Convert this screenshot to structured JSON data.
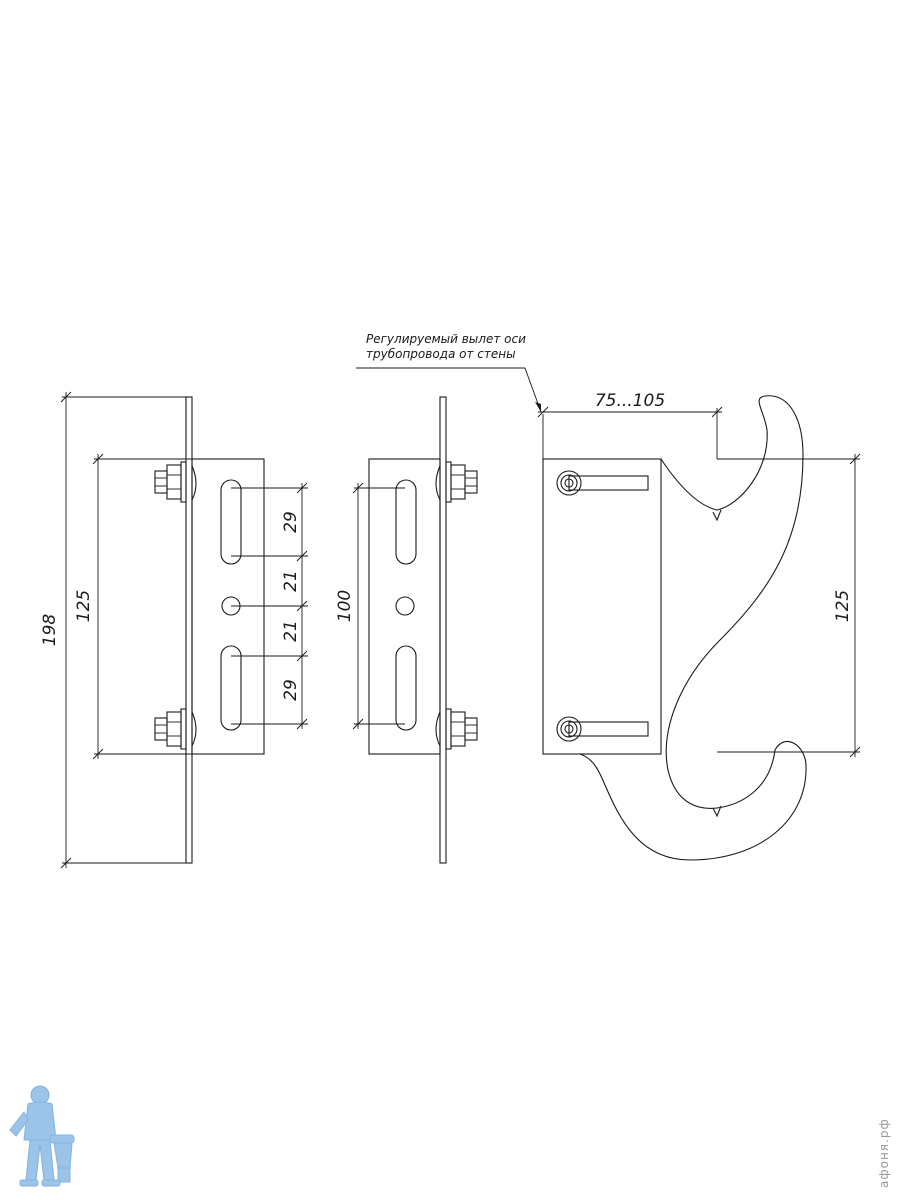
{
  "annotation": {
    "line1": "Регулируемый вылет оси",
    "line2": "трубопровода от стены"
  },
  "dimensions": {
    "left_total": "198",
    "left_inner": "125",
    "slot_upper": "29",
    "hole_gap_upper": "21",
    "hole_gap_lower": "21",
    "slot_lower": "29",
    "middle_span": "100",
    "offset_range": "75...105",
    "hook_span": "125"
  },
  "watermark": {
    "site": "афоня.рф"
  },
  "colors": {
    "line": "#1a1a1a",
    "mascot": "#7fb3e0",
    "watermark": "#9a9a9a"
  }
}
